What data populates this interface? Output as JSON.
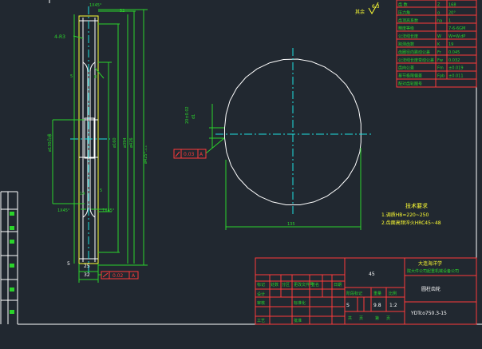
{
  "drawing": {
    "top_chamfer": "1X45°",
    "top_right_small": "32",
    "fillet_label": "4-R3",
    "mark_left": "5",
    "mark_right": "8",
    "dia_hub": "ø130凸缘",
    "dia_160": "ø160",
    "dia_394": "ø394",
    "dia_426": "ø426",
    "dia_outer": "ø425⁰₋₀.₁",
    "small_14": "14",
    "small_5": "5",
    "chamfer_bl": "1X45°",
    "chamfer_br": "1X45°",
    "dim_5": "5",
    "dim_25": "25",
    "dim_32": "32",
    "runout_side_value": "0.02",
    "runout_side_ref": "A",
    "datum_a": "A",
    "runout_front_value": "0.03",
    "runout_front_ref": "A",
    "keyway_dim": "20±0.02",
    "keyway_fit": "d1",
    "dim_135": "135",
    "surface_label": "其余",
    "surface_value": "6.3"
  },
  "param_table": {
    "rows": [
      {
        "label": "齿   数",
        "symbol": "Z",
        "value": "168"
      },
      {
        "label": "压力角",
        "symbol": "α",
        "value": "20°"
      },
      {
        "label": "齿顶高系数",
        "symbol": "ha",
        "value": "1"
      },
      {
        "label": "精度等级",
        "symbol": "",
        "value": "7-6-6GM"
      },
      {
        "label": "公法线长度",
        "symbol": "W",
        "value": "W=W.dP"
      },
      {
        "label": "跨测齿数",
        "symbol": "K",
        "value": "19"
      },
      {
        "label": "齿圈径向跳动公差",
        "symbol": "Fr",
        "value": "0.045"
      },
      {
        "label": "公法线长度变动公差",
        "symbol": "Fw",
        "value": "0.032"
      },
      {
        "label": "齿向公差",
        "symbol": "Fm",
        "value": "±0.019"
      },
      {
        "label": "基节极限偏差",
        "symbol": "Fpb",
        "value": "±0.011"
      },
      {
        "label": "配对齿轮图号",
        "symbol": "",
        "value": ""
      }
    ]
  },
  "notes": {
    "title": "技术要求",
    "line1": "1.调质HB=220~250",
    "line2": "2.齿面高频淬火HRC45~48"
  },
  "title_block": {
    "company_line1": "大连海洋学",
    "company_line2": "院大件公司起重机械设备公司",
    "drawing_name": "圆柱齿轮",
    "material": "45",
    "drawing_number": "YDTco750.3-15",
    "header_cells": [
      "标记",
      "处数",
      "分区",
      "更改文件号",
      "签名",
      "日期"
    ],
    "row_labels": [
      "设计",
      "审核",
      "工艺"
    ],
    "mid_labels": [
      "标准化",
      "批准"
    ],
    "stage_header": "阶段标记",
    "weight_header": "重量",
    "scale_header": "比例",
    "stage_value": "S",
    "weight_value": "9.8",
    "scale_value": "1:2",
    "sheet_label1": "共",
    "sheet_unit1": "页",
    "sheet_label2": "第",
    "sheet_unit2": "页"
  }
}
